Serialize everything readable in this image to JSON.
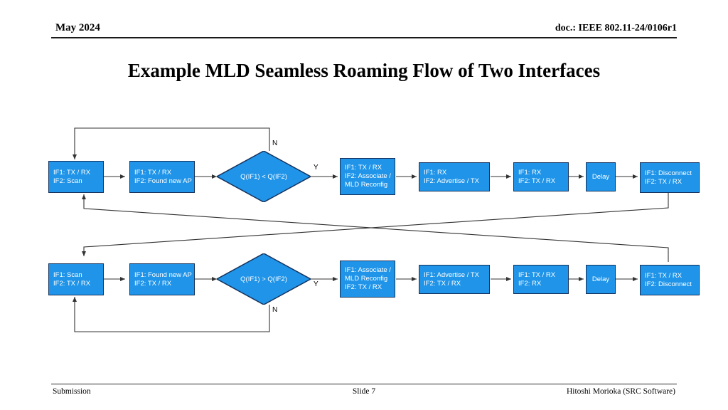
{
  "header": {
    "date": "May 2024",
    "doc": "doc.: IEEE 802.11-24/0106r1"
  },
  "title": "Example MLD Seamless Roaming Flow of Two Interfaces",
  "footer": {
    "left": "Submission",
    "center": "Slide 7",
    "right": "Hitoshi Morioka (SRC Software)"
  },
  "colors": {
    "node_fill": "#1f94e8",
    "node_border": "#16325c",
    "node_text": "#ffffff",
    "wire": "#404040",
    "rule": "#1a1a1a"
  },
  "flow": {
    "row1": {
      "nodes": [
        {
          "id": "r1n1",
          "lines": [
            "IF1: TX / RX",
            "IF2: Scan"
          ]
        },
        {
          "id": "r1n2",
          "lines": [
            "IF1: TX / RX",
            "IF2: Found new AP"
          ]
        },
        {
          "id": "r1d",
          "shape": "diamond",
          "lines": [
            "Q(IF1) < Q(IF2)"
          ]
        },
        {
          "id": "r1n3",
          "lines": [
            "IF1: TX / RX",
            "IF2: Associate /",
            "MLD Reconfig"
          ]
        },
        {
          "id": "r1n4",
          "lines": [
            "IF1: RX",
            "IF2: Advertise / TX"
          ]
        },
        {
          "id": "r1n5",
          "lines": [
            "IF1: RX",
            "IF2: TX / RX"
          ]
        },
        {
          "id": "r1n6",
          "lines": [
            "Delay"
          ]
        },
        {
          "id": "r1n7",
          "lines": [
            "IF1: Disconnect",
            "IF2: TX / RX"
          ]
        }
      ],
      "branch_labels": {
        "no": "N",
        "yes": "Y"
      }
    },
    "row2": {
      "nodes": [
        {
          "id": "r2n1",
          "lines": [
            "IF1: Scan",
            "IF2: TX / RX"
          ]
        },
        {
          "id": "r2n2",
          "lines": [
            "IF1: Found new AP",
            "IF2: TX / RX"
          ]
        },
        {
          "id": "r2d",
          "shape": "diamond",
          "lines": [
            "Q(IF1) > Q(IF2)"
          ]
        },
        {
          "id": "r2n3",
          "lines": [
            "IF1: Associate /",
            "MLD Reconfig",
            "IF2: TX / RX"
          ]
        },
        {
          "id": "r2n4",
          "lines": [
            "IF1: Advertise / TX",
            "IF2: TX / RX"
          ]
        },
        {
          "id": "r2n5",
          "lines": [
            "IF1: TX / RX",
            "IF2: RX"
          ]
        },
        {
          "id": "r2n6",
          "lines": [
            "Delay"
          ]
        },
        {
          "id": "r2n7",
          "lines": [
            "IF1: TX / RX",
            "IF2: Disconnect"
          ]
        }
      ],
      "branch_labels": {
        "no": "N",
        "yes": "Y"
      }
    }
  }
}
